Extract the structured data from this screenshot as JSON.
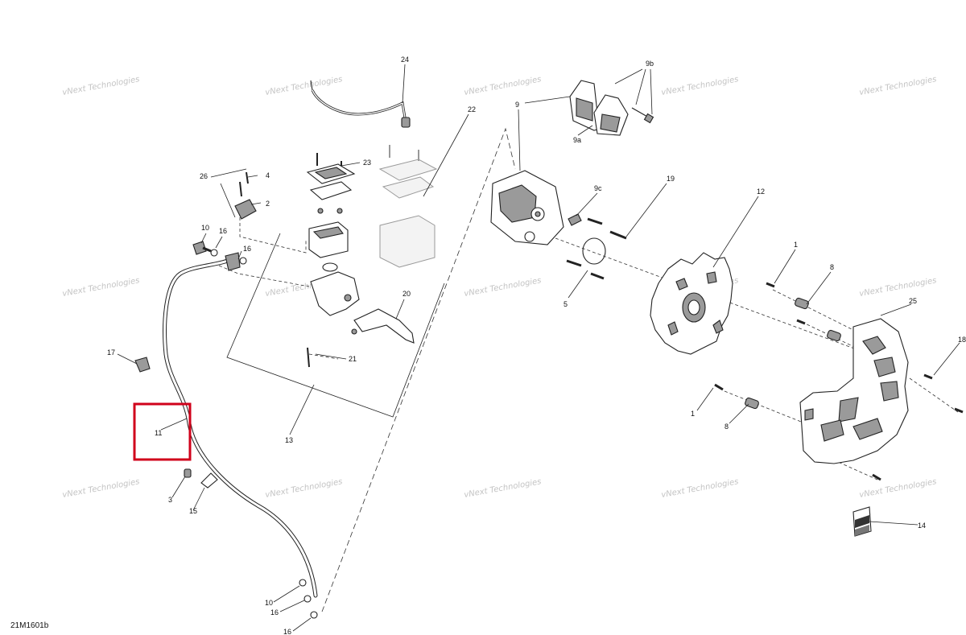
{
  "diagram_code": "21M1601b",
  "watermark_text": "vNext Technologies",
  "highlight_color": "#d0021b",
  "highlighted_callout": "11",
  "callouts": [
    "24",
    "9b",
    "9",
    "22",
    "23",
    "4",
    "26",
    "2",
    "9a",
    "9c",
    "19",
    "12",
    "10",
    "16",
    "16",
    "20",
    "1",
    "8",
    "25",
    "18",
    "17",
    "21",
    "13",
    "5",
    "1",
    "8",
    "11",
    "3",
    "15",
    "14",
    "10",
    "16",
    "16"
  ]
}
